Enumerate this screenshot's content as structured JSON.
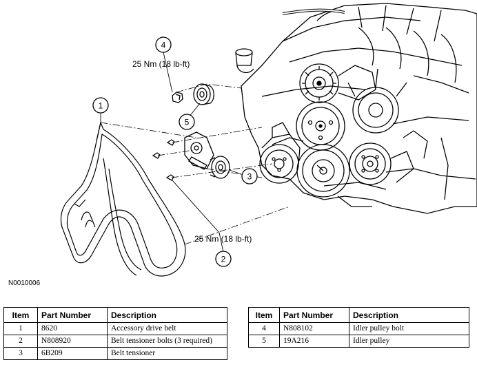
{
  "figure_id": "N0010006",
  "callouts": [
    {
      "number": "1"
    },
    {
      "number": "2",
      "torque": "25 Nm (18 lb-ft)"
    },
    {
      "number": "3"
    },
    {
      "number": "4",
      "torque": "25 Nm (18 lb-ft)"
    },
    {
      "number": "5"
    }
  ],
  "table_headers": {
    "item": "Item",
    "part_number": "Part Number",
    "description": "Description"
  },
  "parts_left": [
    {
      "item": "1",
      "part_number": "8620",
      "description": "Accessory drive belt"
    },
    {
      "item": "2",
      "part_number": "N808920",
      "description": "Belt tensioner bolts (3 required)"
    },
    {
      "item": "3",
      "part_number": "6B209",
      "description": "Belt tensioner"
    }
  ],
  "parts_right": [
    {
      "item": "4",
      "part_number": "N808102",
      "description": "Idler pulley bolt"
    },
    {
      "item": "5",
      "part_number": "19A216",
      "description": "Idler pulley"
    }
  ]
}
